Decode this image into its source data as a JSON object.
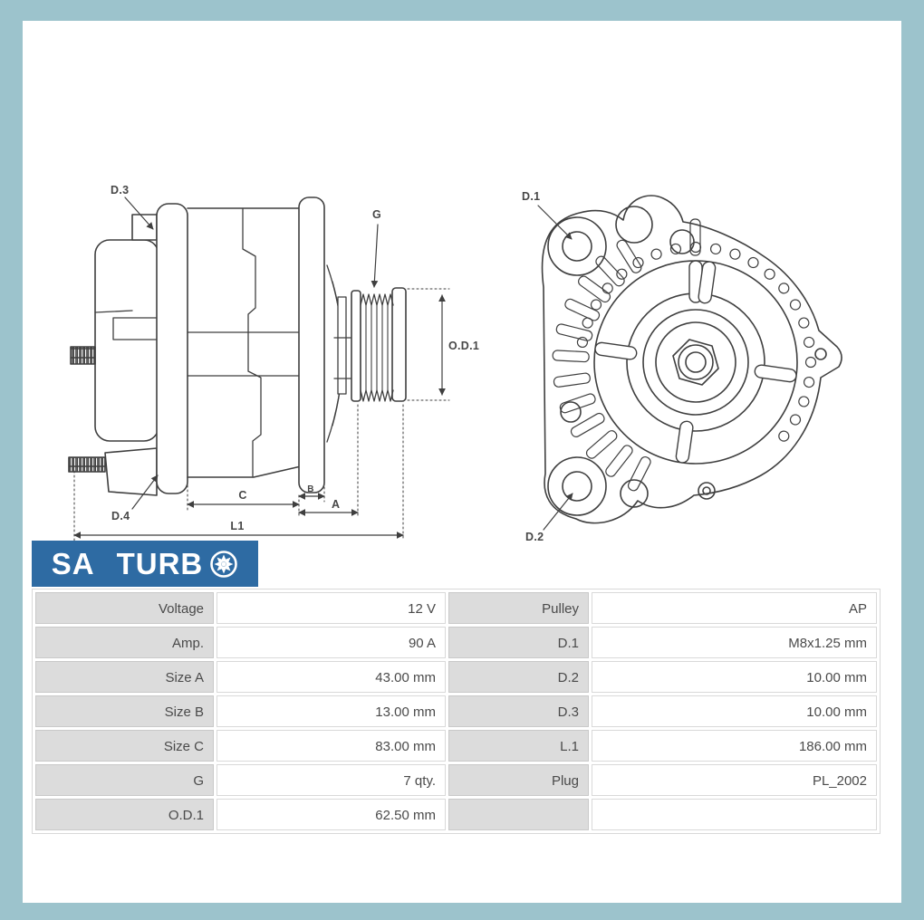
{
  "theme": {
    "frame_color": "#9cc3cc",
    "panel_color": "#ffffff",
    "drawing_line_color": "#3f3f3f",
    "logo_bg_color": "#2e6ba3",
    "logo_text_color": "#ffffff",
    "table_label_bg": "#dcdcdc",
    "table_text_color": "#4a4a4a"
  },
  "logo": {
    "part1": "SA",
    "part2": "TURB",
    "wheel_icon": "turbo-fan-wheel"
  },
  "diagram": {
    "side_view": {
      "labels": {
        "d3": "D.3",
        "d4": "D.4",
        "g": "G",
        "od1": "O.D.1",
        "c": "C",
        "b": "B",
        "a": "A",
        "l1": "L1"
      }
    },
    "front_view": {
      "labels": {
        "d1": "D.1",
        "d2": "D.2"
      }
    }
  },
  "spec_table": {
    "rows": [
      {
        "label1": "Voltage",
        "value1": "12 V",
        "label2": "Pulley",
        "value2": "AP"
      },
      {
        "label1": "Amp.",
        "value1": "90 A",
        "label2": "D.1",
        "value2": "M8x1.25 mm"
      },
      {
        "label1": "Size A",
        "value1": "43.00 mm",
        "label2": "D.2",
        "value2": "10.00 mm"
      },
      {
        "label1": "Size B",
        "value1": "13.00 mm",
        "label2": "D.3",
        "value2": "10.00 mm"
      },
      {
        "label1": "Size C",
        "value1": "83.00 mm",
        "label2": "L.1",
        "value2": "186.00 mm"
      },
      {
        "label1": "G",
        "value1": "7 qty.",
        "label2": "Plug",
        "value2": "PL_2002"
      },
      {
        "label1": "O.D.1",
        "value1": "62.50 mm",
        "label2": "",
        "value2": ""
      }
    ]
  }
}
